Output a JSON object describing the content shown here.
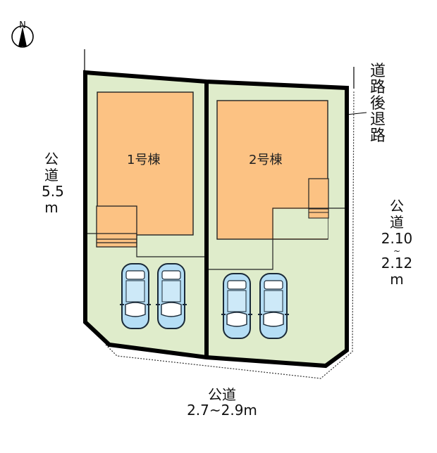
{
  "compass": {
    "letter": "N"
  },
  "lots": [
    {
      "name": "1号棟"
    },
    {
      "name": "2号棟"
    }
  ],
  "roads": {
    "west": {
      "line1": "公",
      "line2": "道",
      "line3": "5.5",
      "line4": "m"
    },
    "east": {
      "line1": "公",
      "line2": "道",
      "line3": "2.10",
      "line4": "~",
      "line5": "2.12",
      "line6": "m"
    },
    "south": {
      "line1": "公道",
      "line2": "2.7~2.9m"
    },
    "setback": {
      "c1": "道",
      "c2": "路",
      "c3": "後",
      "c4": "退",
      "c5": "路"
    }
  },
  "colors": {
    "lot": "#dfeccb",
    "building": "#fcc283",
    "car": "#b5def5",
    "border": "#000000"
  },
  "parking": {
    "spaces_per_lot": 2
  }
}
